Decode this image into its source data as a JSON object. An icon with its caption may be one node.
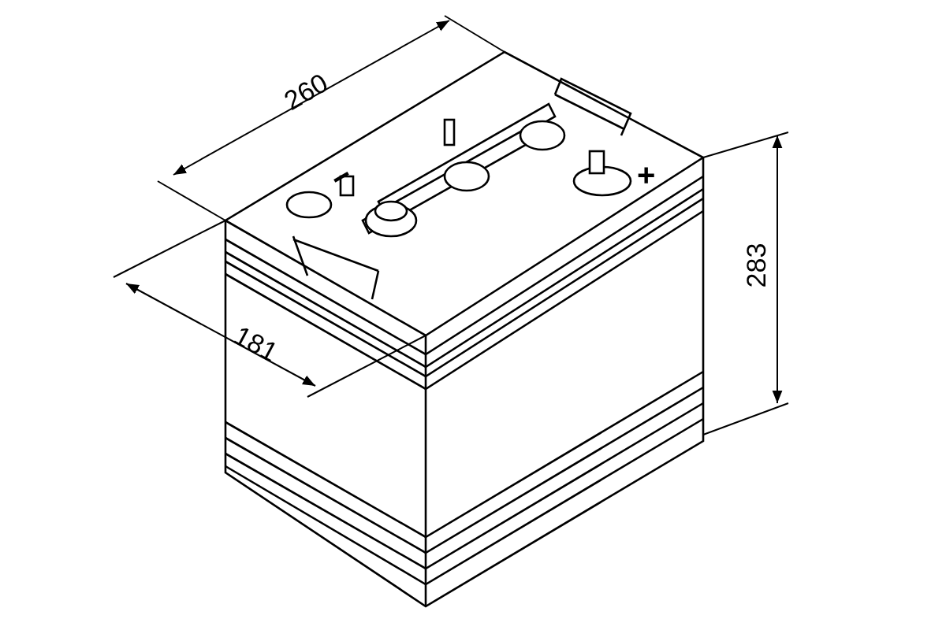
{
  "diagram": {
    "labels": [
      "260",
      "181",
      "283",
      "−",
      "+"
    ]
  }
}
